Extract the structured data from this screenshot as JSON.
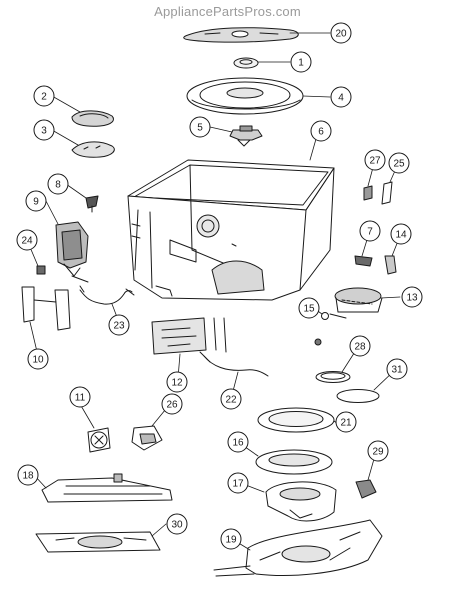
{
  "watermark": "AppliancePartsPros.com",
  "diagram": {
    "stroke_color": "#1a1a1a",
    "callouts": [
      {
        "id": "1",
        "name": "part-1"
      },
      {
        "id": "2",
        "name": "part-2"
      },
      {
        "id": "3",
        "name": "part-3"
      },
      {
        "id": "4",
        "name": "part-4"
      },
      {
        "id": "5",
        "name": "part-5"
      },
      {
        "id": "6",
        "name": "part-6"
      },
      {
        "id": "7",
        "name": "part-7"
      },
      {
        "id": "8",
        "name": "part-8"
      },
      {
        "id": "9",
        "name": "part-9"
      },
      {
        "id": "10",
        "name": "part-10"
      },
      {
        "id": "11",
        "name": "part-11"
      },
      {
        "id": "12",
        "name": "part-12"
      },
      {
        "id": "13",
        "name": "part-13"
      },
      {
        "id": "14",
        "name": "part-14"
      },
      {
        "id": "15",
        "name": "part-15"
      },
      {
        "id": "16",
        "name": "part-16"
      },
      {
        "id": "17",
        "name": "part-17"
      },
      {
        "id": "18",
        "name": "part-18"
      },
      {
        "id": "19",
        "name": "part-19"
      },
      {
        "id": "20",
        "name": "part-20"
      },
      {
        "id": "21",
        "name": "part-21"
      },
      {
        "id": "22",
        "name": "part-22"
      },
      {
        "id": "23",
        "name": "part-23"
      },
      {
        "id": "24",
        "name": "part-24"
      },
      {
        "id": "25",
        "name": "part-25"
      },
      {
        "id": "26",
        "name": "part-26"
      },
      {
        "id": "27",
        "name": "part-27"
      },
      {
        "id": "28",
        "name": "part-28"
      },
      {
        "id": "29",
        "name": "part-29"
      },
      {
        "id": "30",
        "name": "part-30"
      },
      {
        "id": "31",
        "name": "part-31"
      }
    ]
  }
}
